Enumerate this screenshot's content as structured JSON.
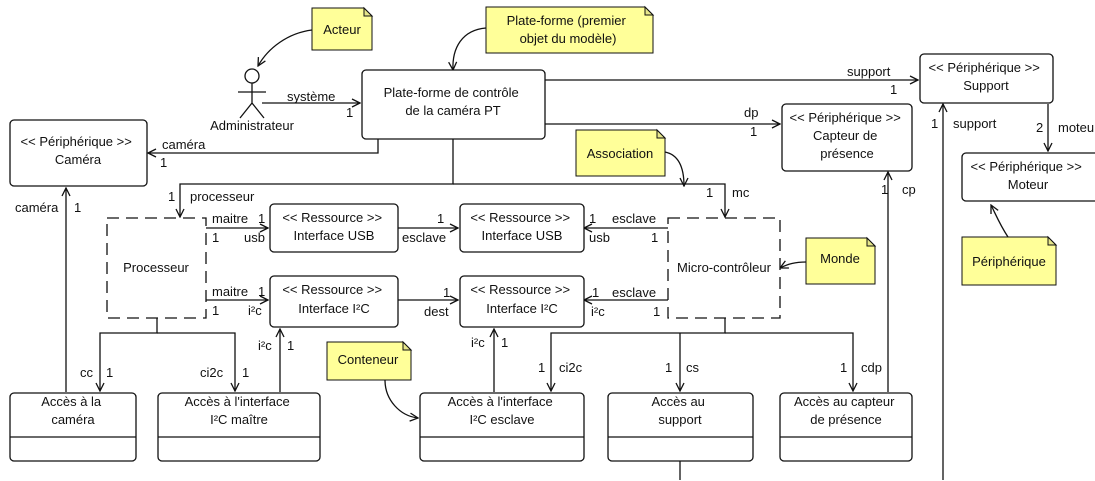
{
  "classes": {
    "platform": [
      "Plate-forme de contrôle",
      "de la caméra PT"
    ],
    "camera": [
      "<< Périphérique >>",
      "Caméra"
    ],
    "support": [
      "<< Périphérique >>",
      "Support"
    ],
    "presence": [
      "<< Périphérique >>",
      "Capteur de",
      "présence"
    ],
    "motor": [
      "<< Périphérique >>",
      "Moteur"
    ],
    "processor": [
      "Processeur"
    ],
    "microcontroller": [
      "Micro-contrôleur"
    ],
    "usb_master": [
      "<< Ressource >>",
      "Interface USB"
    ],
    "usb_slave": [
      "<< Ressource >>",
      "Interface USB"
    ],
    "i2c_master": [
      "<< Ressource >>",
      "Interface I²C"
    ],
    "i2c_slave": [
      "<< Ressource >>",
      "Interface I²C"
    ],
    "acc_camera": [
      "Accès à la",
      "caméra"
    ],
    "acc_i2c_master": [
      "Accès à l'interface",
      "I²C maître"
    ],
    "acc_i2c_slave": [
      "Accès à l'interface",
      "I²C esclave"
    ],
    "acc_support": [
      "Accès au",
      "support"
    ],
    "acc_presence": [
      "Accès au capteur",
      "de présence"
    ]
  },
  "actor": {
    "name": "Administrateur"
  },
  "notes": {
    "acteur": [
      "Acteur"
    ],
    "plateforme": [
      "Plate-forme (premier",
      "objet du modèle)"
    ],
    "association": [
      "Association"
    ],
    "monde": [
      "Monde"
    ],
    "peripherique": [
      "Périphérique"
    ],
    "conteneur": [
      "Conteneur"
    ]
  },
  "labels": {
    "systeme": "système",
    "one_a": "1",
    "support_role": "support",
    "one_b": "1",
    "dp_role": "dp",
    "one_c": "1",
    "camera_role_top": "caméra",
    "one_d": "1",
    "processeur_role": "processeur",
    "one_e": "1",
    "mc_role": "mc",
    "one_f": "1",
    "cp_role": "cp",
    "one_g": "1",
    "support_role2": "support",
    "one_h": "1",
    "moteur_role": "moteur",
    "two_a": "2",
    "maitre_usb": "maitre",
    "one_i": "1",
    "one_j": "1",
    "usb_a": "usb",
    "one_k": "1",
    "esclave_a": "esclave",
    "one_l": "1",
    "esclave_b": "esclave",
    "usb_b": "usb",
    "one_m": "1",
    "maitre_i2c": "maitre",
    "one_n": "1",
    "one_o": "1",
    "i2c_a": "i²c",
    "one_p": "1",
    "dest": "dest",
    "one_q": "1",
    "esclave_c": "esclave",
    "i2c_b": "i²c",
    "one_r": "1",
    "camera_role_left": "caméra",
    "one_s": "1",
    "i2c_c": "i²c",
    "one_t": "1",
    "cc": "cc",
    "one_u": "1",
    "ci2c_a": "ci2c",
    "one_v": "1",
    "i2c_d": "i²c",
    "one_w": "1",
    "ci2c_b": "ci2c",
    "one_x": "1",
    "cs": "cs",
    "one_y": "1",
    "cdp": "cdp",
    "one_z": "1"
  }
}
